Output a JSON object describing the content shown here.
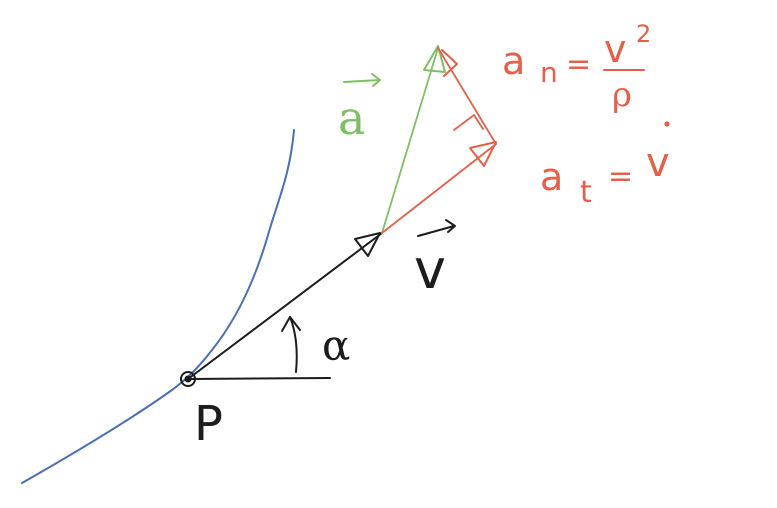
{
  "colors": {
    "background": "#ffffff",
    "trajectory": "#4a6fb5",
    "velocity": "#1c1c1c",
    "acceleration": "#7fbf63",
    "components": "#e4604a",
    "ink": "#1c1c1c"
  },
  "labels": {
    "acceleration": "a",
    "velocity": "v",
    "point": "P",
    "angle": "α"
  },
  "formulas": {
    "normal_lhs": "a",
    "normal_sub": "n",
    "normal_eq": "=",
    "normal_num": "v",
    "normal_exp": "2",
    "normal_den": "ρ",
    "tangential_lhs": "a",
    "tangential_sub": "t",
    "tangential_eq": "=",
    "tangential_rhs": "v"
  }
}
